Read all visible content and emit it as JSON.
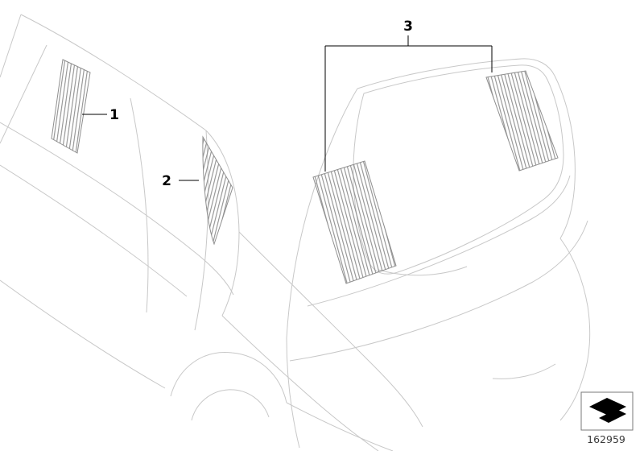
{
  "diagram": {
    "title": "sun-blind-parts-diagram",
    "callouts": {
      "c1": "1",
      "c2": "2",
      "c3": "3"
    }
  },
  "footer": {
    "part_number": "162959"
  },
  "icons": {
    "logo": "fold-arrow-icon"
  },
  "colors": {
    "outline": "#c8c8c8",
    "hatch": "#8f8f8f",
    "label": "#000000",
    "box_border": "#7a7a7a",
    "logo_fill": "#000000"
  }
}
